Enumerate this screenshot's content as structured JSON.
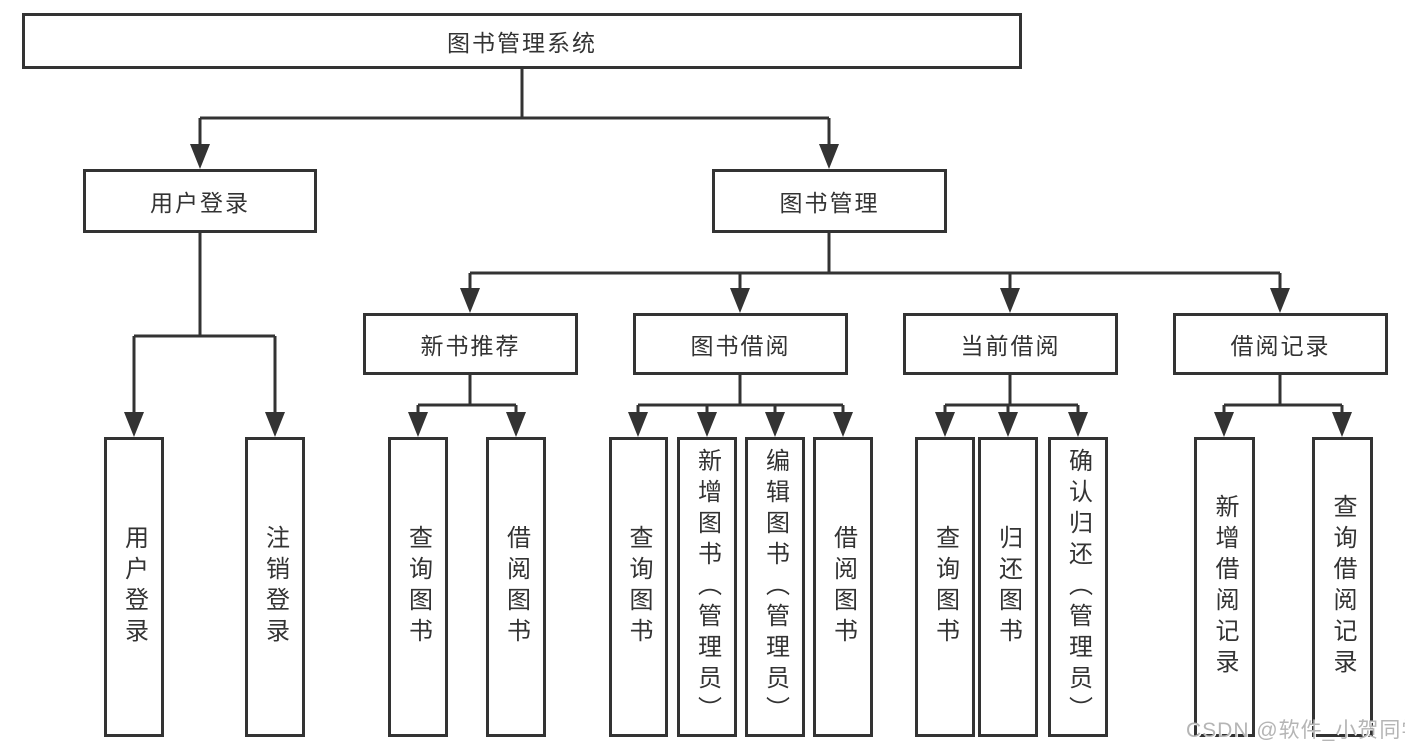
{
  "tree": {
    "root": {
      "label": "图书管理系统"
    },
    "children": [
      {
        "label": "用户登录",
        "children": [
          {
            "label": "用户登录"
          },
          {
            "label": "注销登录"
          }
        ]
      },
      {
        "label": "图书管理",
        "children": [
          {
            "label": "新书推荐",
            "children": [
              {
                "label": "查询图书"
              },
              {
                "label": "借阅图书"
              }
            ]
          },
          {
            "label": "图书借阅",
            "children": [
              {
                "label": "查询图书"
              },
              {
                "label": "新增图书（管理员）"
              },
              {
                "label": "编辑图书（管理员）"
              },
              {
                "label": "借阅图书"
              }
            ]
          },
          {
            "label": "当前借阅",
            "children": [
              {
                "label": "查询图书"
              },
              {
                "label": "归还图书"
              },
              {
                "label": "确认归还（管理员）"
              }
            ]
          },
          {
            "label": "借阅记录",
            "children": [
              {
                "label": "新增借阅记录"
              },
              {
                "label": "查询借阅记录"
              }
            ]
          }
        ]
      }
    ]
  },
  "watermark": {
    "text": "CSDN @软件_小贺同学"
  },
  "colors": {
    "line": "#333333",
    "box_border": "#333333",
    "box_fill": "#ffffff",
    "text": "#333333",
    "watermark": "#b5b5b5",
    "background": "#ffffff"
  }
}
